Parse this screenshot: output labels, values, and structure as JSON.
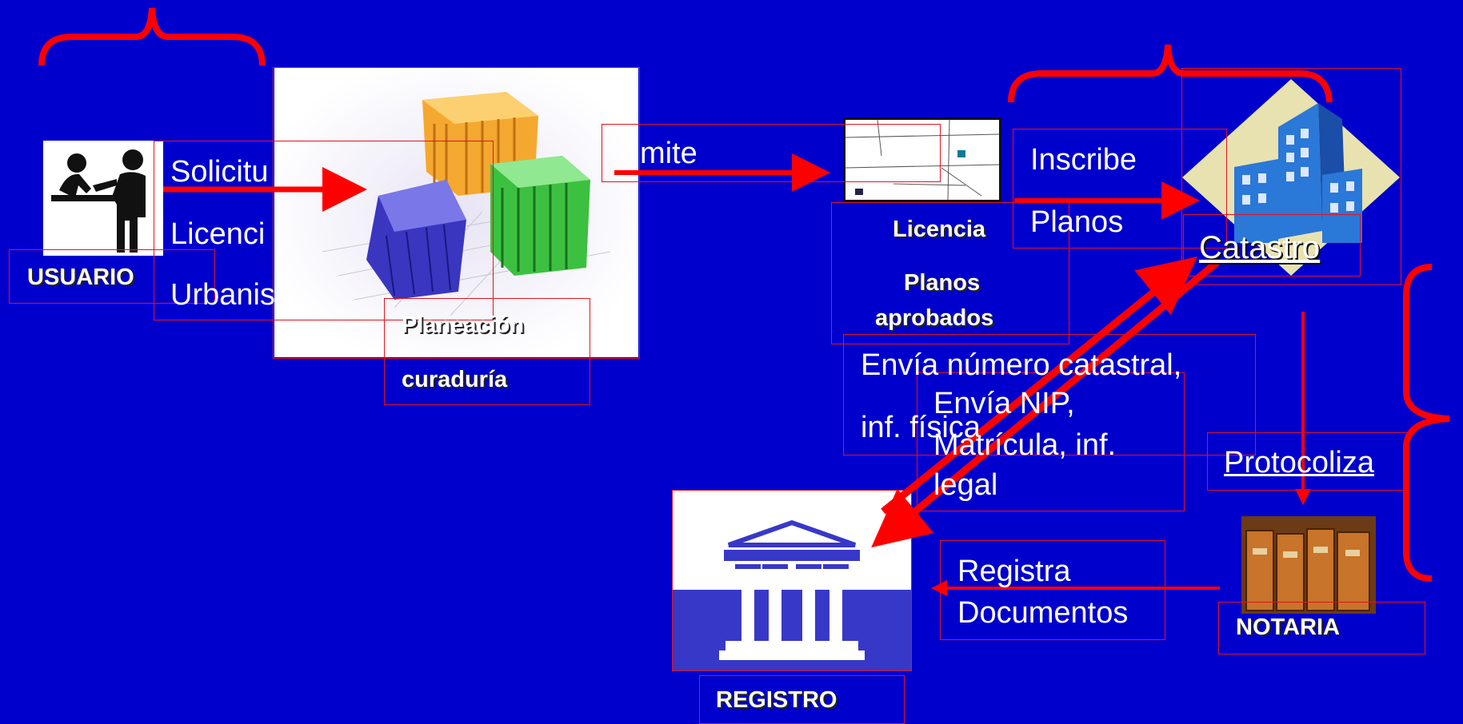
{
  "nodes": {
    "usuario": "USUARIO",
    "planeacion": "Planeación",
    "curaduria": "curaduría",
    "licencia": "Licencia",
    "planos_aprobados_1": "Planos",
    "planos_aprobados_2": "aprobados",
    "catastro": "Catastro",
    "registro": "REGISTRO",
    "notaria": "NOTARIA"
  },
  "labels": {
    "solicitud": "Solicitu",
    "licencia_partial": "Licenci",
    "urbanismo": "Urbanis",
    "tramite": "mite",
    "inscribe": "Inscribe",
    "planos": "Planos",
    "envia_catastral_1": "Envía número catastral,",
    "envia_catastral_2": "inf. física",
    "envia_nip_1": "Envía NIP,",
    "envia_nip_2": "Matrícula, inf.",
    "envia_nip_3": "legal",
    "protocoliza": "Protocoliza",
    "registra": "Registra",
    "documentos": "Documentos"
  },
  "colors": {
    "background": "#0000cc",
    "arrow": "#ff0000",
    "frame": "#e0141e"
  },
  "icons": [
    "people-counter-icon",
    "buildings-3d-icon",
    "street-map-icon",
    "office-building-icon",
    "courthouse-icon",
    "file-drawers-icon"
  ]
}
